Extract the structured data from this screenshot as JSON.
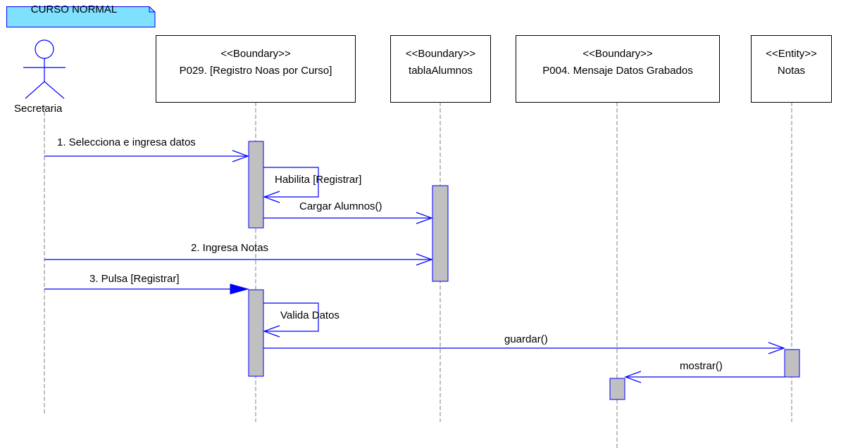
{
  "frame": {
    "label": "CURSO NORMAL"
  },
  "actor": {
    "name": "Secretaria"
  },
  "lifelines": [
    {
      "stereotype": "<<Boundary>>",
      "name": "P029. [Registro Noas por Curso]"
    },
    {
      "stereotype": "<<Boundary>>",
      "name": "tablaAlumnos"
    },
    {
      "stereotype": "<<Boundary>>",
      "name": "P004. Mensaje Datos Grabados"
    },
    {
      "stereotype": "<<Entity>>",
      "name": "Notas"
    }
  ],
  "messages": [
    {
      "label": "1. Selecciona e ingresa datos"
    },
    {
      "label": "Habilita [Registrar]"
    },
    {
      "label": "Cargar Alumnos()"
    },
    {
      "label": "2. Ingresa Notas"
    },
    {
      "label": "3. Pulsa [Registrar]"
    },
    {
      "label": "Valida Datos"
    },
    {
      "label": "guardar()"
    },
    {
      "label": "mostrar()"
    }
  ],
  "colors": {
    "frame_fill": "#80e0ff",
    "frame_border": "#0000ff",
    "message_line": "#0000ff",
    "lifeline": "#808080",
    "activation_fill": "#c0c0c0"
  }
}
